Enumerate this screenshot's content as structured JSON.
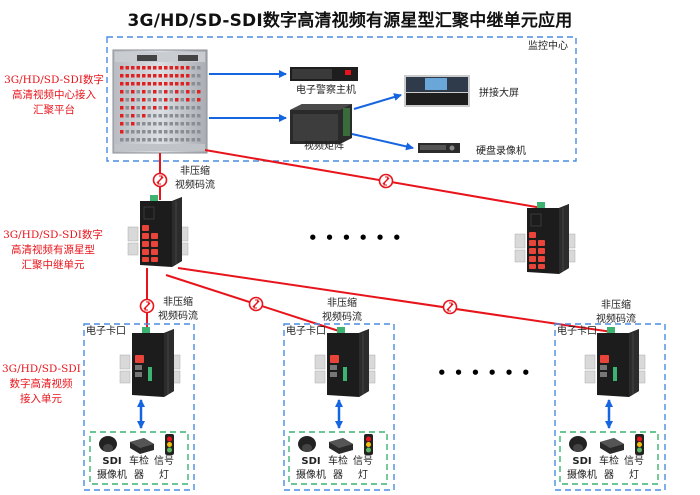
{
  "title": "3G/HD/SD-SDI数字高清视频有源星型汇聚中继单元应用",
  "side_labels": {
    "center": [
      "3G/HD/SD-SDI数字",
      "高清视频中心接入",
      "汇聚平台"
    ],
    "relay": [
      "3G/HD/SD-SDI数字",
      "高清视频有源星型",
      "汇聚中继单元"
    ],
    "access": [
      "3G/HD/SD-SDI",
      "数字高清视频",
      "接入单元"
    ]
  },
  "monitoring_center": {
    "label": "监控中心",
    "devices": {
      "police_host": "电子警察主机",
      "video_matrix": "视频矩阵",
      "video_wall": "拼接大屏",
      "dvr": "硬盘录像机"
    }
  },
  "stream_label": [
    "非压缩",
    "视频码流"
  ],
  "ellipsis": "• • • • • •",
  "checkpoints": [
    {
      "label": "电子卡口",
      "devices": [
        {
          "line1": "SDI",
          "line2": "摄像机"
        },
        {
          "line1": "车检",
          "line2": "器"
        },
        {
          "line1": "信号",
          "line2": "灯"
        }
      ]
    },
    {
      "label": "电子卡口",
      "devices": [
        {
          "line1": "SDI",
          "line2": "摄像机"
        },
        {
          "line1": "车检",
          "line2": "器"
        },
        {
          "line1": "信号",
          "line2": "灯"
        }
      ]
    },
    {
      "label": "电子卡口",
      "devices": [
        {
          "line1": "SDI",
          "line2": "摄像机"
        },
        {
          "line1": "车检",
          "line2": "器"
        },
        {
          "line1": "信号",
          "line2": "灯"
        }
      ]
    }
  ],
  "colors": {
    "fiber_line": "#e8141b",
    "data_arrow": "#1565e0",
    "zone_border": "#4a8be0",
    "device_group_border": "#3cb371",
    "side_label": "#e8141b"
  }
}
